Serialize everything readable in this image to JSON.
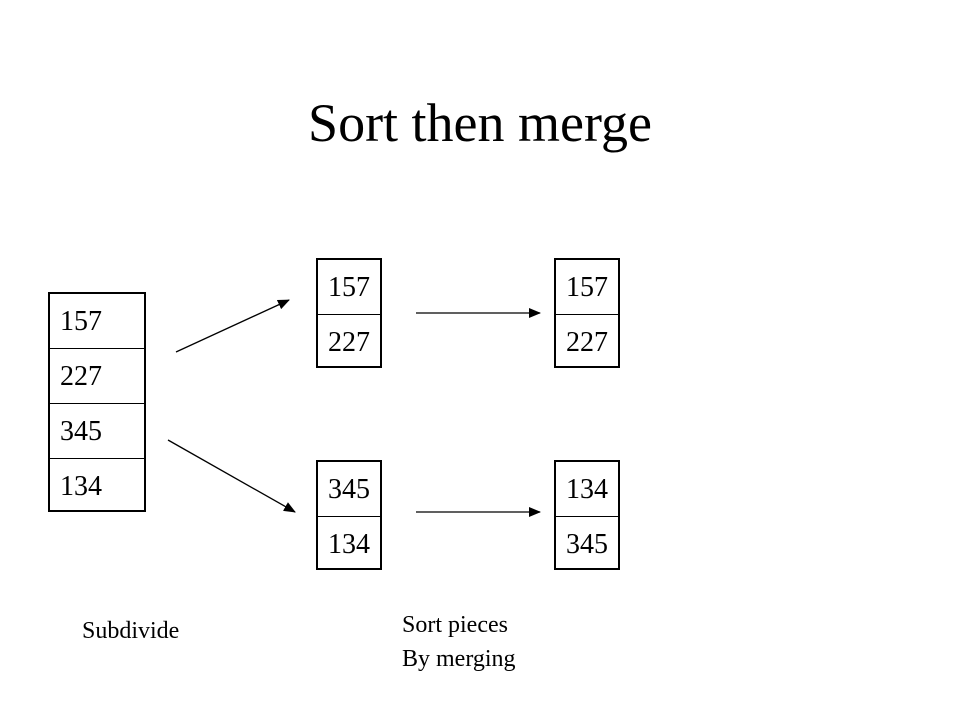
{
  "title": "Sort then merge",
  "boxes": {
    "original": [
      "157",
      "227",
      "345",
      "134"
    ],
    "top_split": [
      "157",
      "227"
    ],
    "bottom_split": [
      "345",
      "134"
    ],
    "top_sorted": [
      "157",
      "227"
    ],
    "bottom_sorted": [
      "134",
      "345"
    ]
  },
  "captions": {
    "subdivide": "Subdivide",
    "sort_line1": "Sort pieces",
    "sort_line2": "By merging"
  }
}
